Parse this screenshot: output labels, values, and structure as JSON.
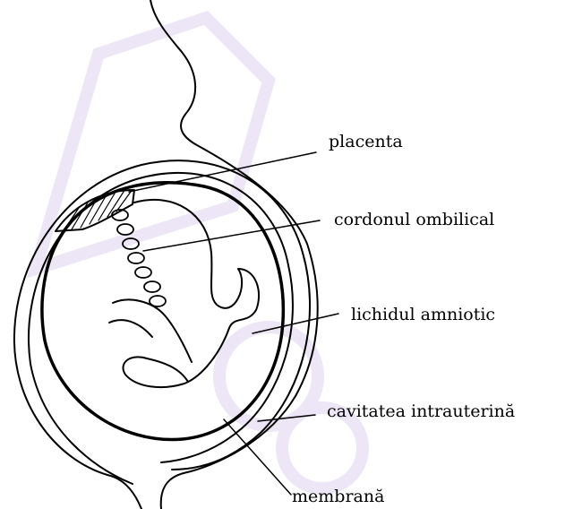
{
  "diagram": {
    "labels": {
      "placenta": "placenta",
      "cordon": "cordonul ombilical",
      "lichid": "lichidul amniotic",
      "cavitate": "cavitatea intrauterină",
      "membrana": "membrană"
    },
    "colors": {
      "line": "#000000",
      "background": "#ffffff",
      "watermark": "#e9e0f5"
    }
  }
}
